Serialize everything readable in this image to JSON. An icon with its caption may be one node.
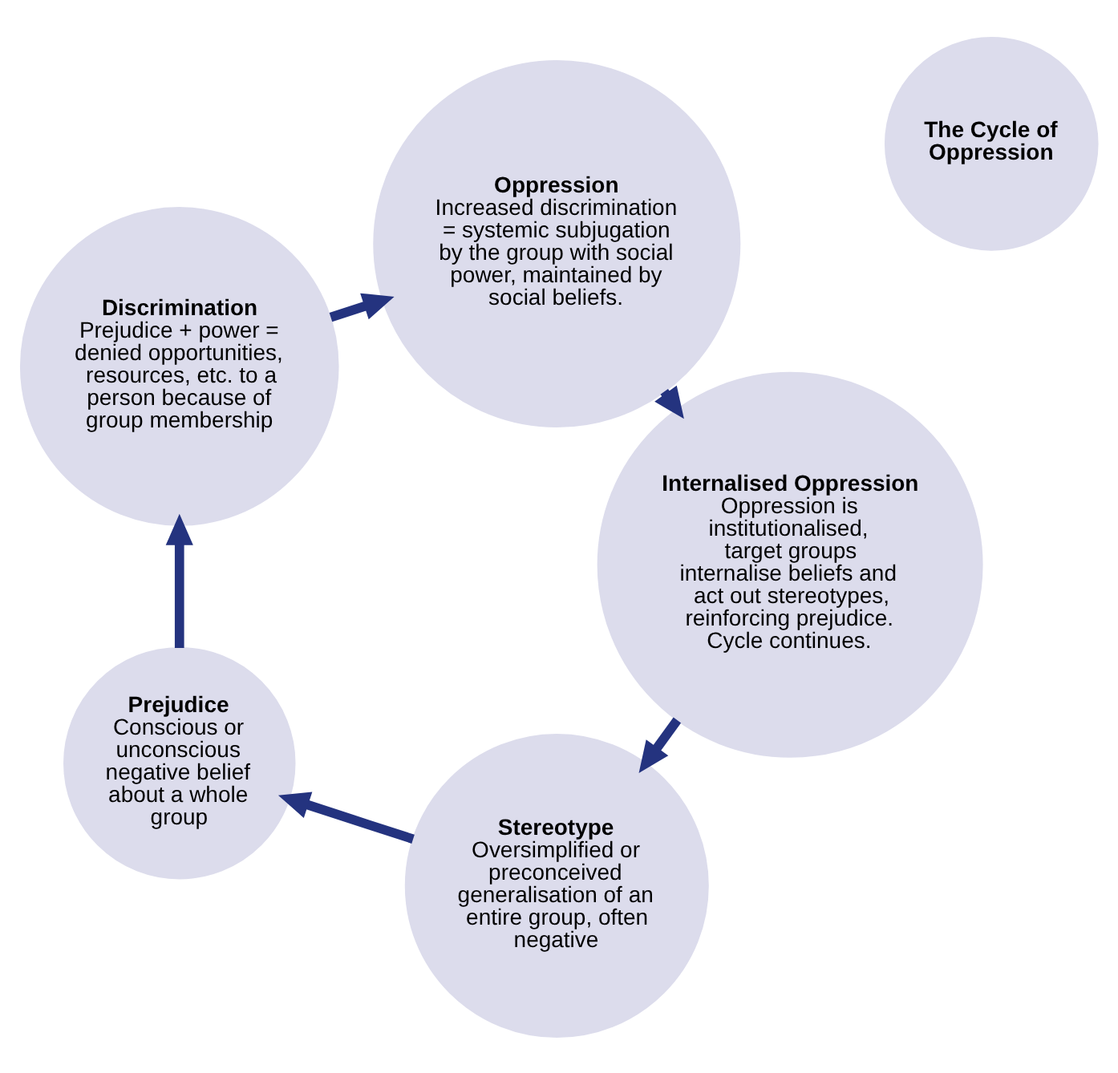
{
  "diagram": {
    "nodes": [
      {
        "text": [
          "Stereotype",
          "Oversimplified or preconceived generalisation of an entire group, often negative"
        ]
      },
      {
        "text": [
          "Prejudice",
          "Conscious or unconscious negative belief about a whole group"
        ]
      },
      {
        "text": [
          "Discrimination",
          "Prejudice + power = denied opportunities, resources, etc. to a person because of group membership"
        ]
      },
      {
        "text": [
          "Oppression",
          "Increased discrimination = systemic subjugation by the group with social power, maintained by social beliefs."
        ]
      },
      {
        "text": [
          "Internalised Oppression",
          "Oppression is institutionalised, target groups internalise beliefs and act out stereotypes, reinforcing prejudice. Cycle continues."
        ]
      },
      {
        "text": [
          "The Cycle of Oppression"
        ]
      }
    ],
    "edges": [
      {
        "from": 0,
        "to": 1,
        "arrow": "to"
      },
      {
        "from": 1,
        "to": 2,
        "arrow": "to"
      },
      {
        "from": 2,
        "to": 3,
        "arrow": "to"
      },
      {
        "from": 3,
        "to": 4,
        "arrow": "to"
      },
      {
        "from": 4,
        "to": 0,
        "arrow": "to"
      }
    ]
  }
}
